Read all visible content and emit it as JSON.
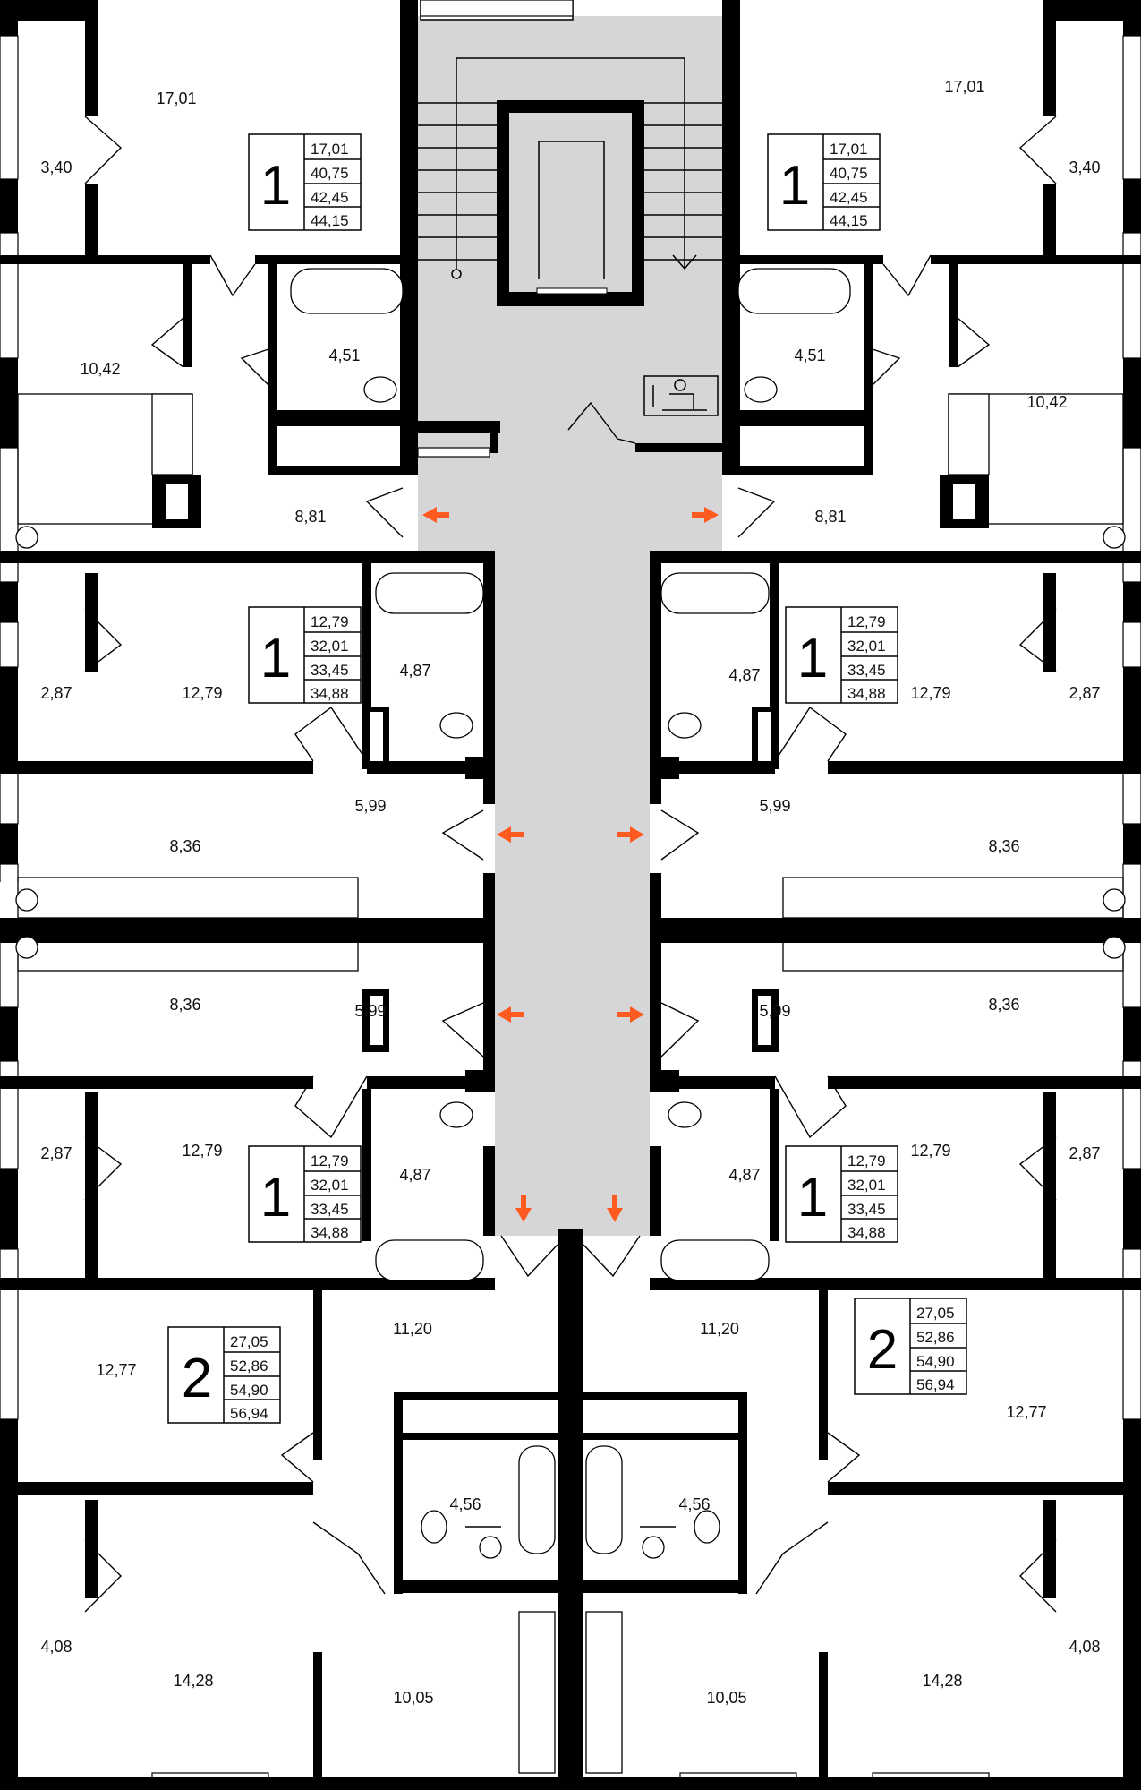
{
  "colors": {
    "wall": "#000000",
    "common_area": "#d6d6d8",
    "arrow": "#ff5a1f",
    "background": "#ffffff"
  },
  "apartments": [
    {
      "id": "apt-1-top-left",
      "rooms": "1",
      "areas": [
        "17,01",
        "40,75",
        "42,45",
        "44,15"
      ]
    },
    {
      "id": "apt-1-top-right",
      "rooms": "1",
      "areas": [
        "17,01",
        "40,75",
        "42,45",
        "44,15"
      ]
    },
    {
      "id": "apt-1-mid-left-upper",
      "rooms": "1",
      "areas": [
        "12,79",
        "32,01",
        "33,45",
        "34,88"
      ]
    },
    {
      "id": "apt-1-mid-right-upper",
      "rooms": "1",
      "areas": [
        "12,79",
        "32,01",
        "33,45",
        "34,88"
      ]
    },
    {
      "id": "apt-1-mid-left-lower",
      "rooms": "1",
      "areas": [
        "12,79",
        "32,01",
        "33,45",
        "34,88"
      ]
    },
    {
      "id": "apt-1-mid-right-lower",
      "rooms": "1",
      "areas": [
        "12,79",
        "32,01",
        "33,45",
        "34,88"
      ]
    },
    {
      "id": "apt-2-bottom-left",
      "rooms": "2",
      "areas": [
        "27,05",
        "52,86",
        "54,90",
        "56,94"
      ]
    },
    {
      "id": "apt-2-bottom-right",
      "rooms": "2",
      "areas": [
        "27,05",
        "52,86",
        "54,90",
        "56,94"
      ]
    }
  ],
  "room_areas": [
    "17,01",
    "3,40",
    "10,42",
    "4,51",
    "8,81",
    "17,01",
    "3,40",
    "10,42",
    "4,51",
    "8,81",
    "2,87",
    "12,79",
    "4,87",
    "5,99",
    "8,36",
    "2,87",
    "12,79",
    "4,87",
    "5,99",
    "8,36",
    "8,36",
    "5,99",
    "2,87",
    "12,79",
    "4,87",
    "8,36",
    "5,99",
    "2,87",
    "12,79",
    "4,87",
    "12,77",
    "11,20",
    "4,56",
    "4,08",
    "14,28",
    "10,05",
    "12,77",
    "11,20",
    "4,56",
    "4,08",
    "14,28",
    "10,05"
  ]
}
